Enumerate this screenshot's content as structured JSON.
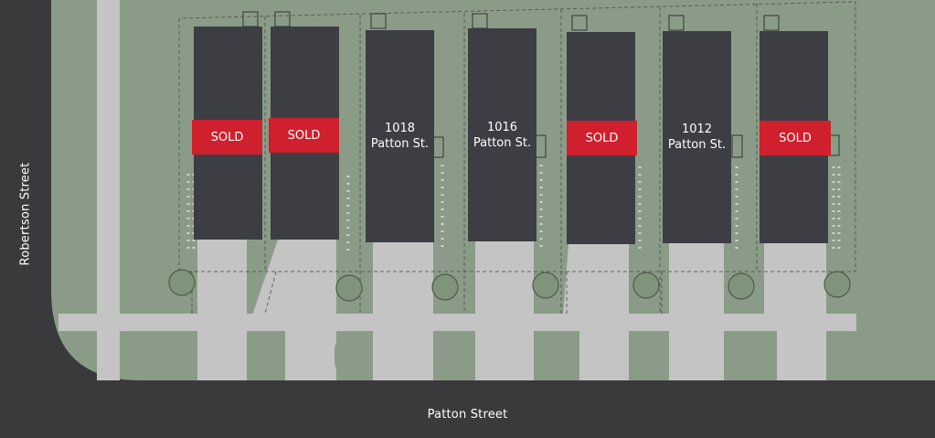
{
  "streets": {
    "bottom": "Patton Street",
    "left": "Robertson Street"
  },
  "lots": [
    {
      "status": "sold",
      "label": "SOLD"
    },
    {
      "status": "sold",
      "label": "SOLD"
    },
    {
      "status": "available",
      "label_line1": "1018",
      "label_line2": "Patton St."
    },
    {
      "status": "available",
      "label_line1": "1016",
      "label_line2": "Patton St."
    },
    {
      "status": "sold",
      "label": "SOLD"
    },
    {
      "status": "available",
      "label_line1": "1012",
      "label_line2": "Patton St."
    },
    {
      "status": "sold",
      "label": "SOLD"
    }
  ],
  "colors": {
    "road": "#3a3a3d",
    "lawn": "#8a9c87",
    "building": "#3d3d44",
    "sold": "#d01f2d",
    "paving": "#c4c4c4"
  }
}
